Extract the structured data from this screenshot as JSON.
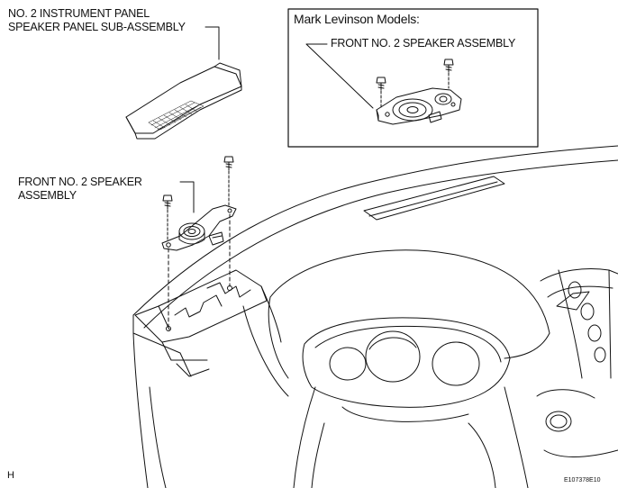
{
  "labels": {
    "panel_line1": "NO. 2 INSTRUMENT PANEL",
    "panel_line2": "SPEAKER PANEL SUB-ASSEMBLY",
    "speaker_line1": "FRONT NO. 2 SPEAKER",
    "speaker_line2": "ASSEMBLY",
    "inset_title": "Mark Levinson Models:",
    "inset_speaker": "FRONT NO. 2 SPEAKER ASSEMBLY",
    "corner_mark": "H",
    "figure_id": "E107378E10"
  },
  "colors": {
    "line": "#111111",
    "background": "#ffffff"
  }
}
